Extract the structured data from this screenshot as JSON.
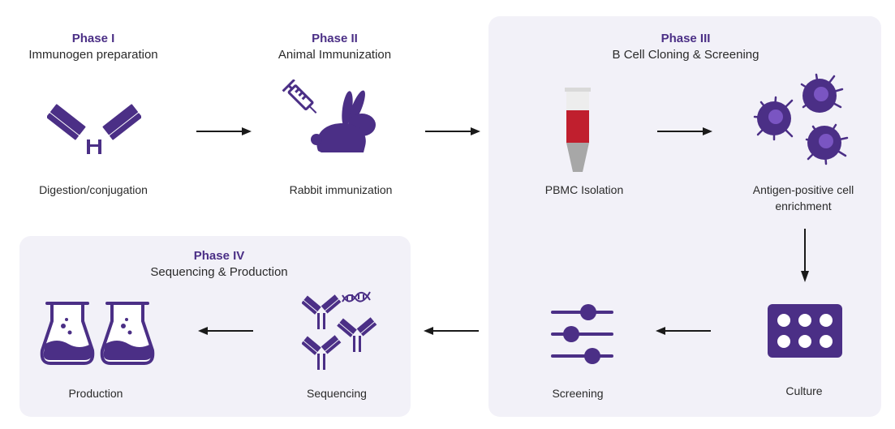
{
  "colors": {
    "primary": "#4b2f86",
    "panel": "#f2f1f8",
    "blood": "#c01f2e",
    "cell_core": "#7a55c2"
  },
  "phase1": {
    "num": "Phase I",
    "name": "Immunogen preparation",
    "step_label": "Digestion/conjugation",
    "icon": "antibody-icon"
  },
  "phase2": {
    "num": "Phase II",
    "name": "Animal Immunization",
    "step_label": "Rabbit immunization",
    "icons": [
      "syringe-icon",
      "rabbit-icon"
    ]
  },
  "phase3": {
    "num": "Phase III",
    "name": "B Cell Cloning & Screening",
    "steps": {
      "pbmc": "PBMC Isolation",
      "enrichment_line1": "Antigen-positive cell",
      "enrichment_line2": "enrichment",
      "culture": "Culture",
      "screening": "Screening"
    }
  },
  "phase4": {
    "num": "Phase IV",
    "name": "Sequencing & Production",
    "steps": {
      "sequencing": "Sequencing",
      "production": "Production"
    }
  }
}
